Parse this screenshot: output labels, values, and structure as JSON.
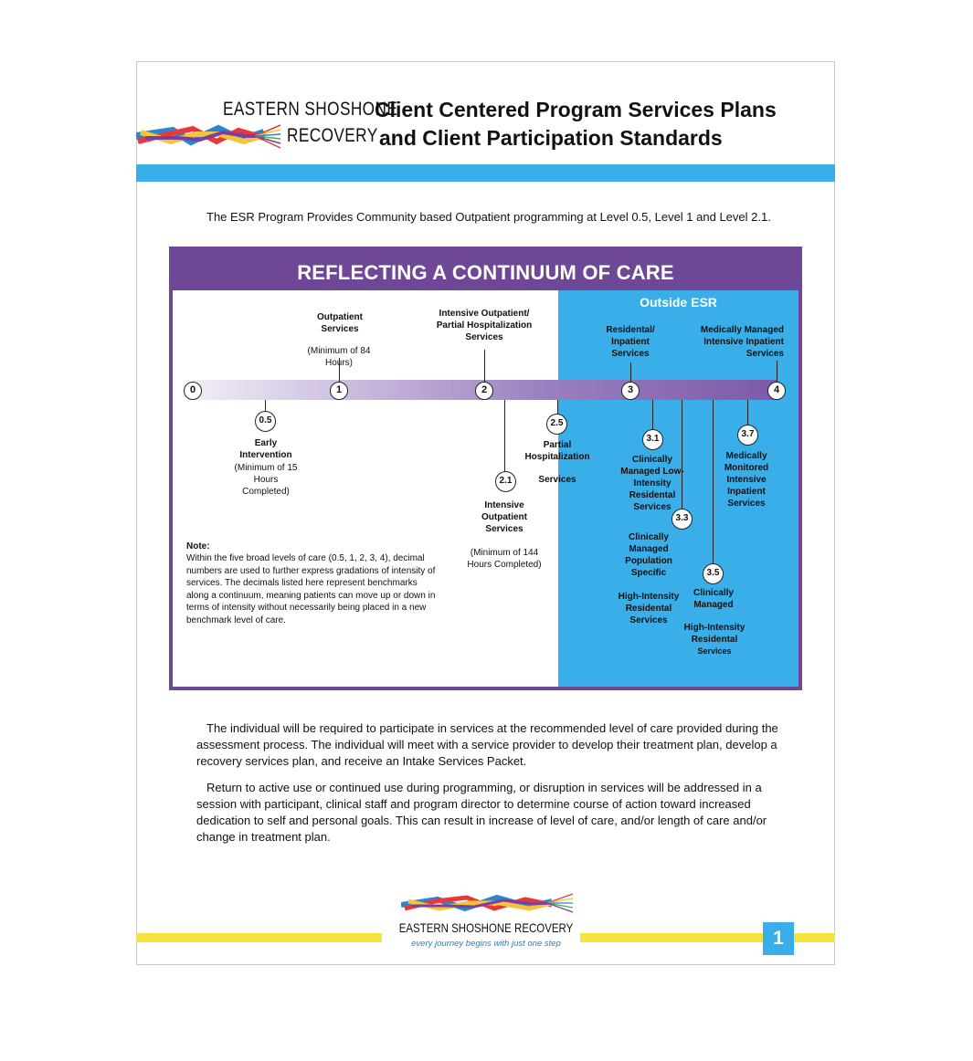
{
  "header": {
    "logo_line1": "EASTERN SHOSHONE",
    "logo_line2": "RECOVERY",
    "title_line1": "Client Centered Program Services Plans",
    "title_line2": "and Client Participation Standards"
  },
  "intro": "The ESR Program Provides Community based Outpatient programming at Level 0.5, Level 1 and Level 2.1.",
  "continuum": {
    "title": "REFLECTING A CONTINUUM OF CARE",
    "outside_label": "Outside ESR",
    "levels": {
      "l0": "0",
      "l05": "0.5",
      "l1": "1",
      "l2": "2",
      "l21": "2.1",
      "l25": "2.5",
      "l3": "3",
      "l31": "3.1",
      "l33": "3.3",
      "l35": "3.5",
      "l37": "3.7",
      "l4": "4"
    },
    "labels": {
      "outpatient_title": "Outpatient Services",
      "outpatient_note": "(Minimum of 84 Hours)",
      "iop_php_title": "Intensive Outpatient/ Partial Hospitalization Services",
      "residential": "Residental/ Inpatient Services",
      "medically_managed": "Medically Managed Intensive Inpatient Services",
      "early_title": "Early Intervention",
      "early_note": "(Minimum of 15 Hours Completed)",
      "partial_hosp": "Partial Hospitalization",
      "partial_services": "Services",
      "intensive_outpatient": "Intensive Outpatient Services",
      "intensive_note": "(Minimum of 144 Hours Completed)",
      "clinically_low": "Clinically Managed Low-Intensity Residental Services",
      "clinically_pop": "Clinically Managed Population Specific",
      "high_intensity_a": "High-Intensity Residental Services",
      "clinically_managed": "Clinically Managed",
      "high_intensity_b1": "High-Intensity Residental",
      "high_intensity_b2": "Services",
      "medically_monitored": "Medically Monitored Intensive Inpatient Services"
    },
    "note_title": "Note:",
    "note_body": "Within the five broad levels of care (0.5, 1, 2, 3, 4), decimal numbers are used to further express gradations of intensity of services. The decimals listed here represent benchmarks along a continuum, meaning patients can move up or down in terms of intensity without necessarily being placed in a new benchmark level of care."
  },
  "paragraphs": {
    "p1": "The individual will be required to participate in services at the recommended level of care provided during the assessment process. The individual will meet with a service provider to develop their treatment plan, develop a recovery services plan, and receive an Intake Services Packet.",
    "p2": "Return to active use or continued use during programming, or disruption in services will be addressed in a session with participant, clinical staff and program director to determine course of action toward increased dedication to self and personal goals.  This can result in increase of level of care, and/or length of care and/or change in treatment plan."
  },
  "footer": {
    "org": "EASTERN SHOSHONE RECOVERY",
    "tagline": "every journey begins with just one step",
    "page_number": "1"
  },
  "colors": {
    "accent_blue": "#3aaee8",
    "purple": "#6f4797",
    "yellow": "#f6e33f"
  }
}
